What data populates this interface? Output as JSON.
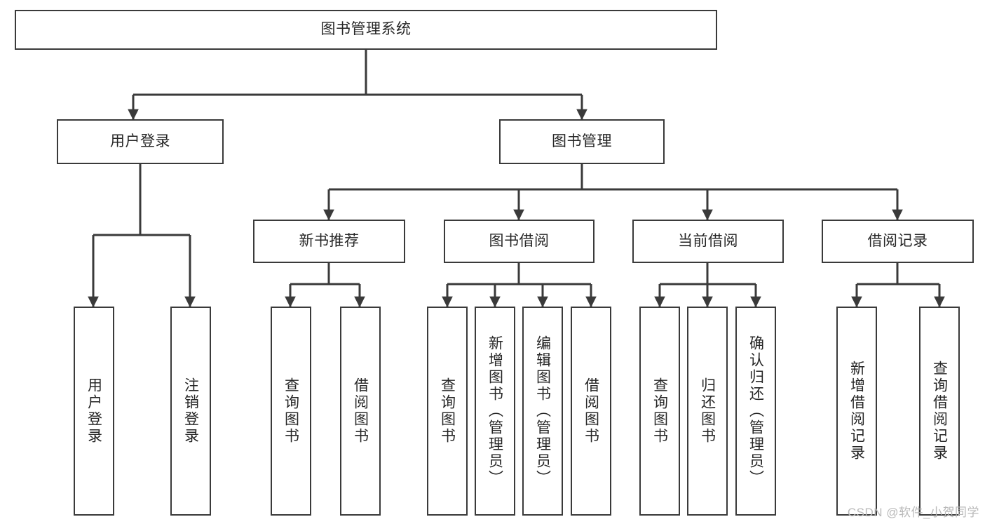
{
  "diagram": {
    "title": "图书管理系统",
    "type": "tree-hierarchy",
    "colors": {
      "box_border": "#3a3a3a",
      "box_fill": "#ffffff",
      "connector": "#3a3a3a",
      "text": "#262626",
      "watermark": "#b9b9b9",
      "background": "#ffffff"
    },
    "watermark": "CSDN @软件_小贺同学",
    "levels": {
      "root": {
        "label": "图书管理系统"
      },
      "level2": [
        {
          "label": "用户登录"
        },
        {
          "label": "图书管理"
        }
      ],
      "level3": [
        {
          "label": "新书推荐"
        },
        {
          "label": "图书借阅"
        },
        {
          "label": "当前借阅"
        },
        {
          "label": "借阅记录"
        }
      ],
      "leaves": {
        "user_login": [
          {
            "label": "用户登录"
          },
          {
            "label": "注销登录"
          }
        ],
        "new_book_recommend": [
          {
            "label": "查询图书"
          },
          {
            "label": "借阅图书"
          }
        ],
        "book_borrow": [
          {
            "label": "查询图书"
          },
          {
            "label": "新增图书（管理员）"
          },
          {
            "label": "编辑图书（管理员）"
          },
          {
            "label": "借阅图书"
          }
        ],
        "current_borrow": [
          {
            "label": "查询图书"
          },
          {
            "label": "归还图书"
          },
          {
            "label": "确认归还（管理员）"
          }
        ],
        "borrow_record": [
          {
            "label": "新增借阅记录"
          },
          {
            "label": "查询借阅记录"
          }
        ]
      }
    }
  }
}
